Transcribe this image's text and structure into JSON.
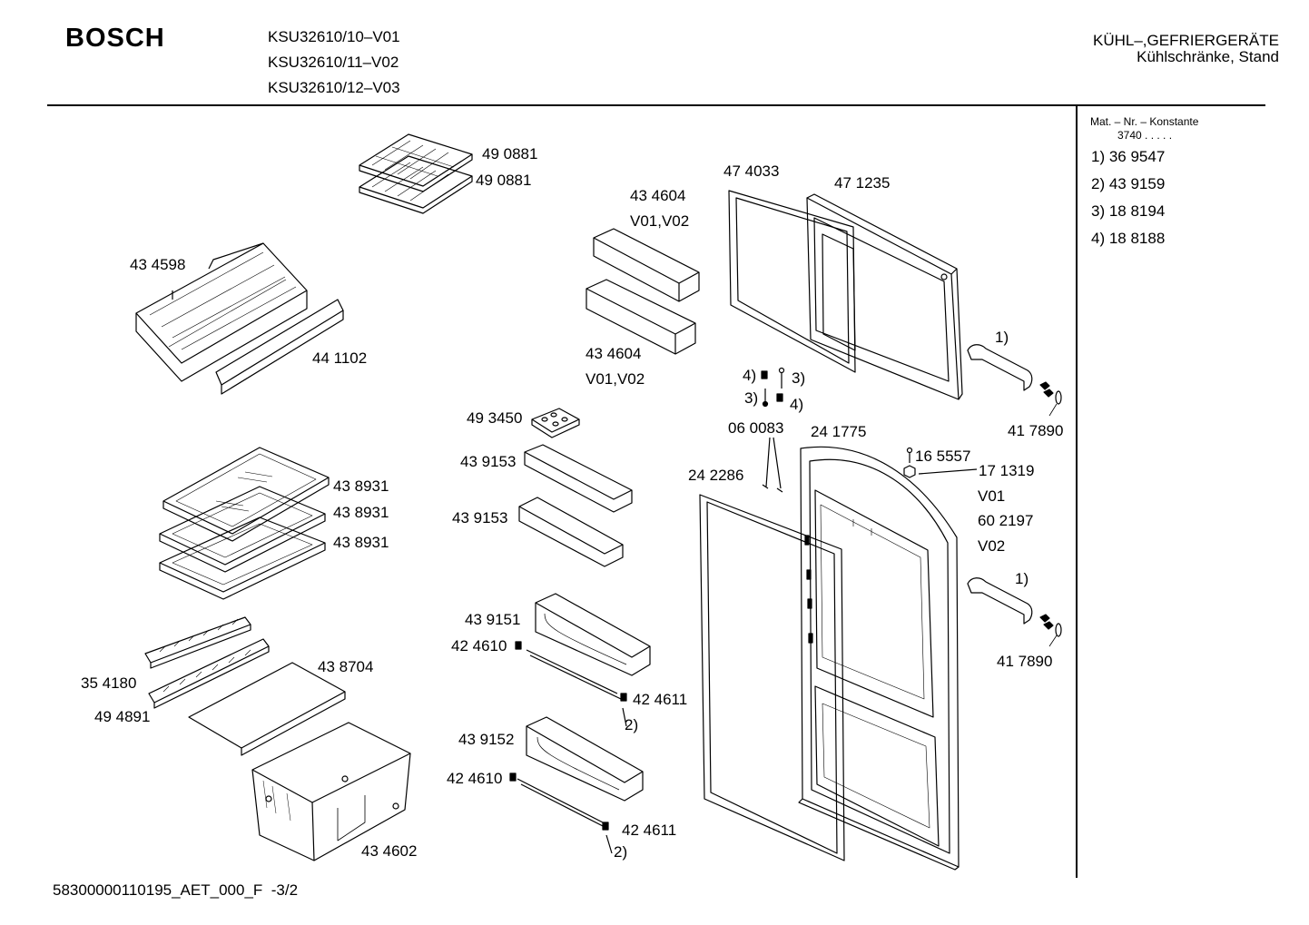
{
  "header": {
    "brand": "BOSCH",
    "models": [
      "KSU32610/10–V01",
      "KSU32610/11–V02",
      "KSU32610/12–V03"
    ],
    "category_line1": "KÜHL–,GEFRIERGERÄTE",
    "category_line2": "Kühlschränke, Stand"
  },
  "sidebar": {
    "title": "Mat. – Nr. – Konstante",
    "subtitle": "3740  .  .  .  .  .",
    "items": [
      "1)  36 9547",
      "2)  43 9159",
      "3)  18 8194",
      "4)  18 8188"
    ]
  },
  "parts": [
    "49 0881",
    "49 0881",
    "43 4604",
    "V01,V02",
    "47 4033",
    "47 1235",
    "43 4598",
    "44 1102",
    "43 4604",
    "V01,V02",
    "1)",
    "4)",
    "3)",
    "3)",
    "4)",
    "06 0083",
    "24 1775",
    "41 7890",
    "49 3450",
    "43 9153",
    "43 9153",
    "16 5557",
    "17 1319",
    "V01",
    "60 2197",
    "V02",
    "24 2286",
    "43 8931",
    "43 8931",
    "43 8931",
    "1)",
    "43 9151",
    "42 4610",
    "42 4611",
    "2)",
    "41 7890",
    "35 4180",
    "43 8704",
    "49 4891",
    "43 9152",
    "42 4610",
    "42 4611",
    "2)",
    "43 4602"
  ],
  "footer": {
    "code": "58300000110195_AET_000_F",
    "page": "-3/2"
  }
}
